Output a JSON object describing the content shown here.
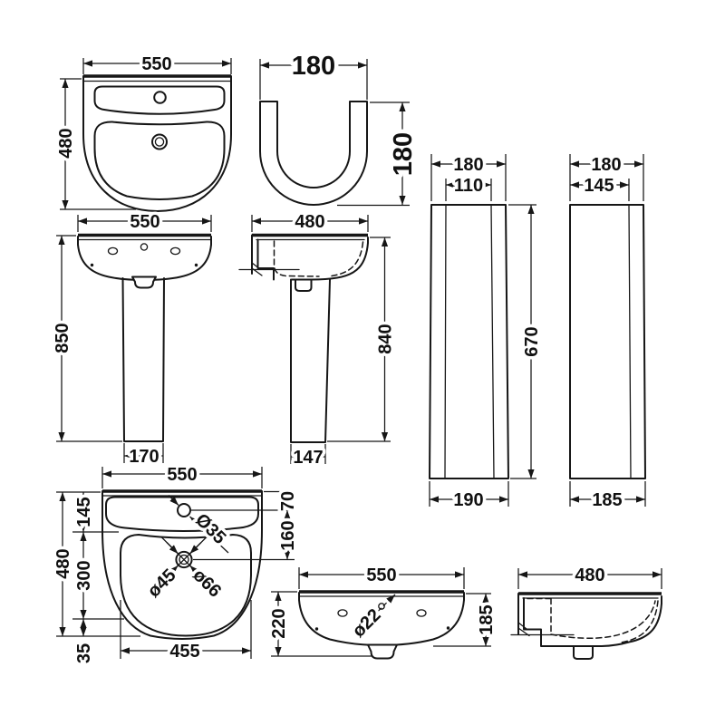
{
  "drawing": {
    "background": "#ffffff",
    "line_color": "#161616",
    "views": {
      "basin_plan": {
        "width": "550",
        "depth": "480"
      },
      "semi_pedestal": {
        "width": "180",
        "height": "180"
      },
      "front_with_pedestal": {
        "width": "550",
        "height": "850",
        "pedestal_width": "170"
      },
      "side_with_pedestal": {
        "depth": "480",
        "height": "840",
        "pedestal_depth": "147"
      },
      "pedestal_front": {
        "width": "180",
        "inner_width": "110",
        "height": "670",
        "base_width": "190"
      },
      "pedestal_side": {
        "depth": "180",
        "inner_depth": "145",
        "base_depth": "185"
      },
      "plan_detail": {
        "width": "550",
        "depth": "480",
        "back_to_tap": "145",
        "bowl_depth": "300",
        "front_rim": "35",
        "bowl_width": "455",
        "tap_offset": "70",
        "tap_to_waste": "160",
        "tap_hole_dia": "Ø35",
        "waste_dia_small": "ø45",
        "waste_dia_large": "ø66"
      },
      "front_basin": {
        "width": "550",
        "height_overall": "220",
        "height_rim": "185",
        "overflow_dia": "ø22"
      },
      "side_basin": {
        "depth": "480"
      }
    }
  }
}
